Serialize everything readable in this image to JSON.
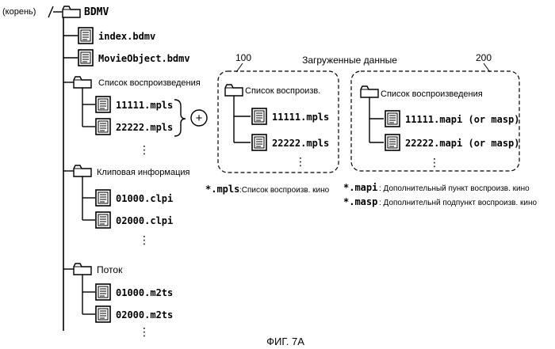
{
  "tree": {
    "root_label": "(корень)",
    "bdmv": "BDMV",
    "index": "index.bdmv",
    "movieobject": "MovieObject.bdmv",
    "playlist_folder": "Список воспроизведения",
    "playlist_files": [
      "11111.mpls",
      "22222.mpls"
    ],
    "clipinfo_folder": "Клиповая информация",
    "clipinfo_files": [
      "01000.clpi",
      "02000.clpi"
    ],
    "stream_folder": "Поток",
    "stream_files": [
      "01000.m2ts",
      "02000.m2ts"
    ],
    "ellipsis": "⋮"
  },
  "plus_symbol": "+",
  "loaded_data_title": "Загруженные данные",
  "box100": {
    "ref": "100",
    "folder": "Список воспроизв.",
    "files": [
      "11111.mpls",
      "22222.mpls"
    ]
  },
  "box200": {
    "ref": "200",
    "folder": "Список воспроизведения",
    "files": [
      "11111.mapi (or masp)",
      "22222.mapi (or masp)"
    ]
  },
  "legend": {
    "mpls_key": "*.mpls",
    "mpls_desc": ":Список воспроизв. кино",
    "mapi_key": "*.mapi",
    "mapi_desc": ": Дополнительный пункт воспроизв. кино",
    "masp_key": "*.masp",
    "masp_desc": ": Дополнительнй подпункт воспроизв. кино"
  },
  "figure_caption": "ФИГ. 7А"
}
